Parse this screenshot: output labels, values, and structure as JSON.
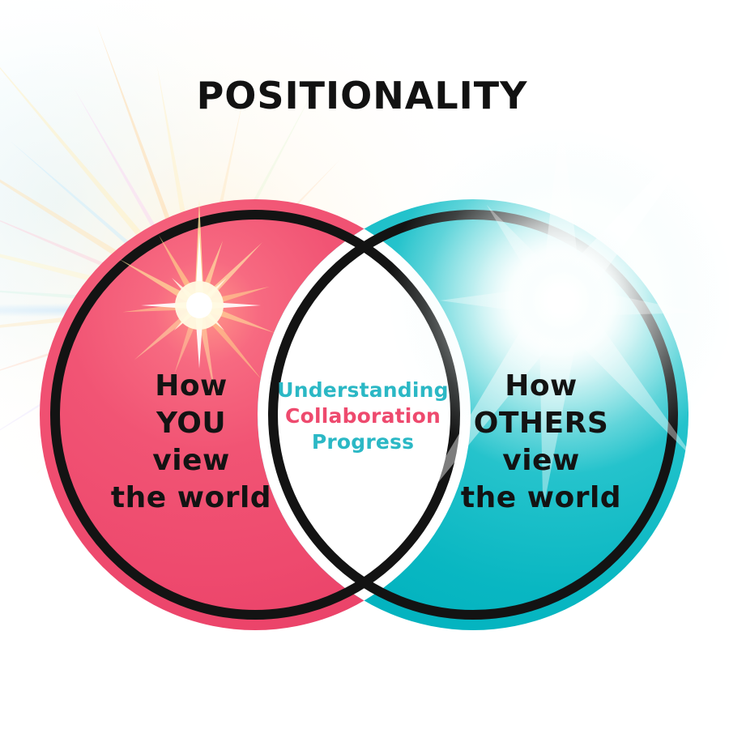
{
  "title": "POSITIONALITY",
  "venn": {
    "left_circle": {
      "label_lines": [
        "How",
        "YOU",
        "view",
        "the world"
      ],
      "fill_color": "#ee4a6e"
    },
    "right_circle": {
      "label_lines": [
        "How",
        "OTHERS",
        "view",
        "the world"
      ],
      "fill_color": "#0ab7c2"
    },
    "overlap": {
      "label_lines": [
        "Understanding",
        "Collaboration",
        "Progress"
      ],
      "label_colors": [
        "#2bb8c5",
        "#ee4a6e",
        "#2bb8c5"
      ],
      "background_color": "#ffffff"
    },
    "outline_color": "#131313",
    "label_text_color": "#131313"
  },
  "effects": {
    "left_flare": "sun-burst-flare",
    "right_flare": "soft-white-starburst"
  }
}
